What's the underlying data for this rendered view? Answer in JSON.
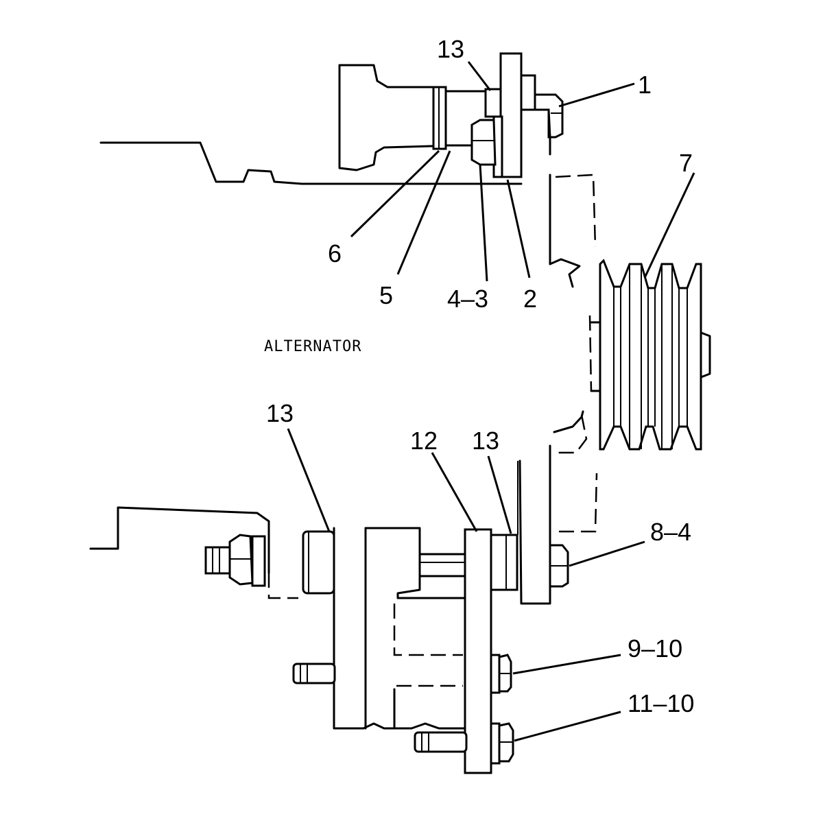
{
  "caption": "ALTERNATOR",
  "callouts": {
    "c1": "1",
    "c2": "2",
    "c4_3": "4–3",
    "c5": "5",
    "c6": "6",
    "c7": "7",
    "c8_4": "8–4",
    "c9_10": "9–10",
    "c11_10": "11–10",
    "c12": "12",
    "c13_top": "13",
    "c13_left": "13",
    "c13_mid": "13"
  }
}
